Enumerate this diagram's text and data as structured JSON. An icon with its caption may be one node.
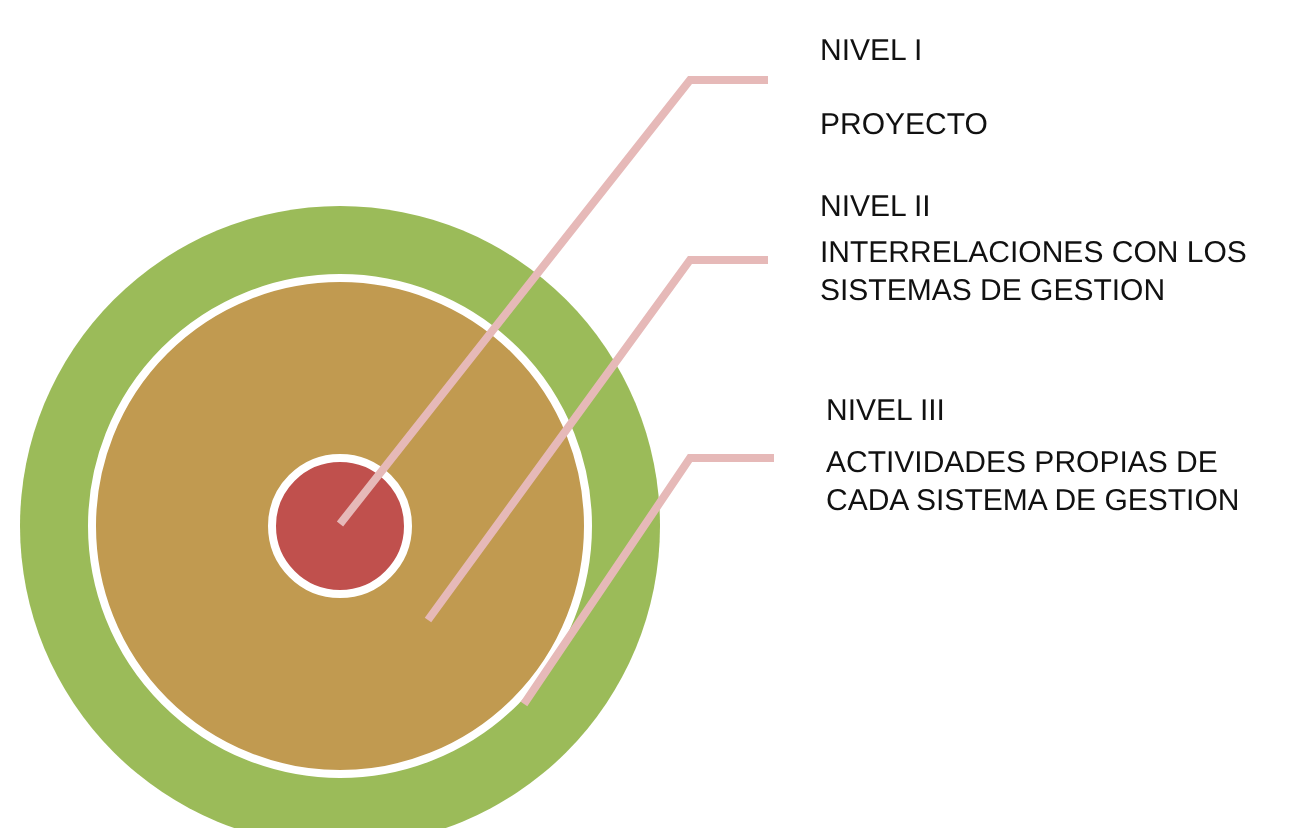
{
  "diagram": {
    "nodes": [
      {
        "text": [],
        "shape": "circle"
      },
      {
        "text": [],
        "shape": "circle",
        "in": 0
      },
      {
        "text": [],
        "shape": "circle",
        "in": 1
      },
      {
        "text": [
          "NIVEL  I",
          "PROYECTO"
        ]
      },
      {
        "text": [
          "NIVEL II",
          "INTERRELACIONES CON LOS SISTEMAS DE GESTION"
        ]
      },
      {
        "text": [
          "NIVEL III",
          "ACTIVIDADES PROPIAS DE CADA SISTEMA DE GESTION"
        ]
      }
    ],
    "edges": [
      {
        "from": 3,
        "to": 2,
        "arrow": "none"
      },
      {
        "from": 4,
        "to": 1,
        "arrow": "none"
      },
      {
        "from": 5,
        "to": 0,
        "arrow": "none"
      }
    ]
  }
}
